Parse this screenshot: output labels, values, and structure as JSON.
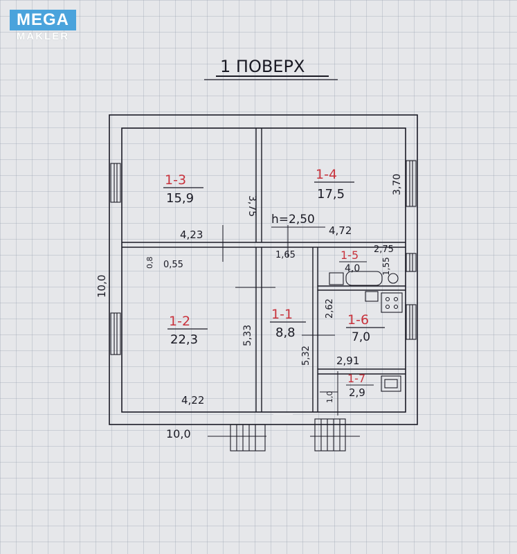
{
  "logo": {
    "top": "MEGA",
    "bottom": "MAKLER"
  },
  "title": "1 ПОВЕРХ",
  "ceiling_height": "h=2,50",
  "rooms": [
    {
      "id": "1-3",
      "area": "15,9"
    },
    {
      "id": "1-4",
      "area": "17,5"
    },
    {
      "id": "1-2",
      "area": "22,3"
    },
    {
      "id": "1-1",
      "area": "8,8"
    },
    {
      "id": "1-5",
      "area": "4,0"
    },
    {
      "id": "1-6",
      "area": "7,0"
    },
    {
      "id": "1-7",
      "area": "2,9"
    }
  ],
  "dimensions": {
    "room13_height": "3,75",
    "room14_height": "3,70",
    "room13_width": "4,23",
    "room14_width": "4,72",
    "total_height": "10,0",
    "total_width": "10,0",
    "room12_width": "4,22",
    "room12_height": "5,33",
    "corridor_width": "1,65",
    "corridor_height": "5,32",
    "room15_width": "2,75",
    "room15_height": "1,55",
    "room16_height": "2,62",
    "room16_width": "2,91",
    "room17_height": "1,0",
    "small_a": "0,8",
    "small_b": "0,55"
  },
  "colors": {
    "ink": "#1a1a24",
    "red": "#c8323c",
    "logo_blue": "#4aa3dc"
  }
}
